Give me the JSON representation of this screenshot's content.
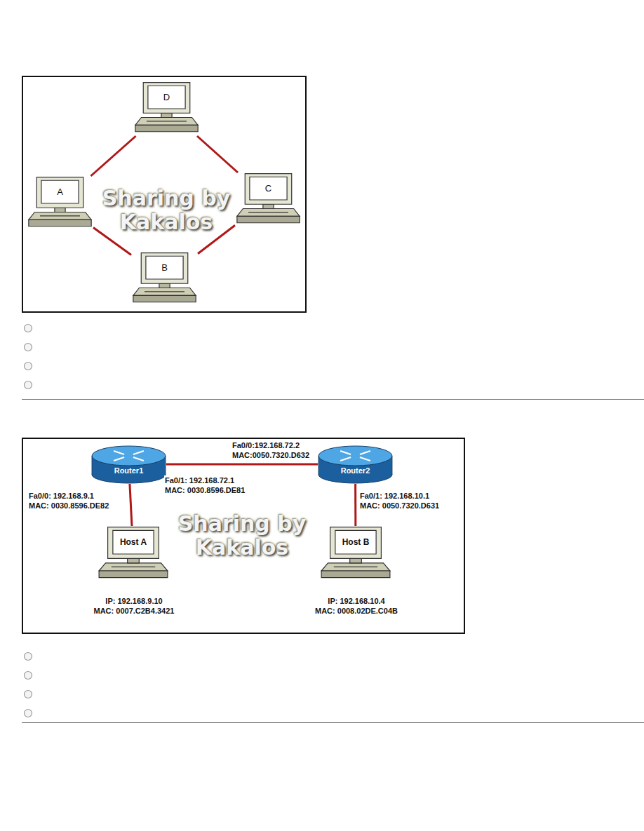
{
  "diagram": {
    "nodes": [
      {
        "text": [
          "D"
        ]
      },
      {
        "text": [
          "A"
        ]
      },
      {
        "text": [
          "C"
        ]
      },
      {
        "text": [
          "B"
        ]
      },
      {
        "text": [
          "Router1"
        ]
      },
      {
        "text": [
          "Router2"
        ]
      },
      {
        "text": [
          "Host A"
        ]
      },
      {
        "text": [
          "Host B"
        ]
      }
    ],
    "edges": [
      {
        "from": 1,
        "to": 0,
        "arrow": "none"
      },
      {
        "from": 0,
        "to": 2,
        "arrow": "none"
      },
      {
        "from": 2,
        "to": 3,
        "arrow": "none"
      },
      {
        "from": 3,
        "to": 1,
        "arrow": "none"
      },
      {
        "from": 4,
        "to": 5,
        "arrow": "none"
      },
      {
        "from": 4,
        "to": 6,
        "arrow": "none"
      },
      {
        "from": 5,
        "to": 7,
        "arrow": "none"
      }
    ],
    "labels": [
      "Sharing by Kakalos",
      "Fa0/0:192.168.72.2",
      "MAC:0050.7320.D632",
      "Fa0/1: 192.168.72.1",
      "MAC: 0030.8596.DE81",
      "Fa0/0: 192.168.9.1",
      "MAC: 0030.8596.DE82",
      "Fa0/1: 192.168.10.1",
      "MAC: 0050.7320.D631",
      "Sharing by Kakalos",
      "IP: 192.168.9.10",
      "MAC: 0007.C2B4.3421",
      "IP: 192.168.10.4",
      "MAC: 0008.02DE.C04B"
    ]
  }
}
